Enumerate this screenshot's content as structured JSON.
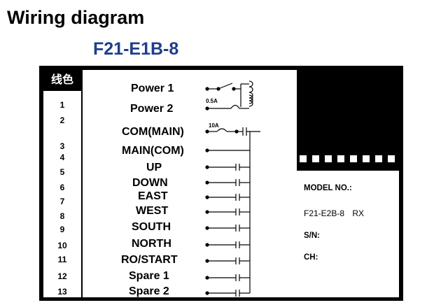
{
  "heading": "Wiring diagram",
  "model_title": "F21-E1B-8",
  "color_header": "线色",
  "terminal_numbers": [
    "1",
    "2",
    "3",
    "4",
    "5",
    "6",
    "7",
    "8",
    "9",
    "10",
    "11",
    "12",
    "13"
  ],
  "terminal_labels": [
    "Power 1",
    "Power 2",
    "COM(MAIN)",
    "MAIN(COM)",
    "UP",
    "DOWN",
    "EAST",
    "WEST",
    "SOUTH",
    "NORTH",
    "RO/START",
    "Spare 1",
    "Spare 2"
  ],
  "fuse_rating_power": "0.5A",
  "fuse_rating_main": "10A",
  "receiver": {
    "model_label": "MODEL NO.:",
    "model_value": "F21-E2B-8",
    "model_suffix": "RX",
    "sn_label": "S/N:",
    "ch_label": "CH:"
  }
}
